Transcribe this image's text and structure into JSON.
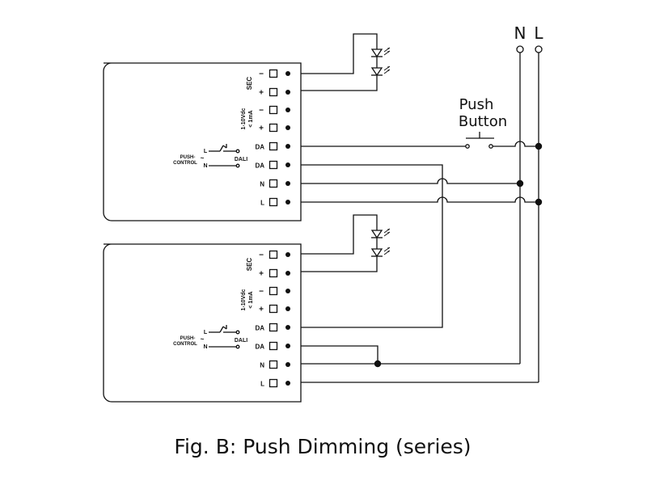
{
  "caption": "Fig. B: Push Dimming (series)",
  "mains": {
    "n": "N",
    "l": "L"
  },
  "push_button": {
    "line1": "Push",
    "line2": "Button"
  },
  "driver": {
    "sec_label": "SEC",
    "sec_minus": "−",
    "sec_plus": "+",
    "dim_label_line1": "1-10Vdc",
    "dim_label_line2": "< 1mA",
    "dim_minus": "−",
    "dim_plus": "+",
    "da1": "DA",
    "da2": "DA",
    "n": "N",
    "l": "L",
    "push_control_line1": "PUSH-",
    "push_control_line2": "CONTROL",
    "pc_l": "L",
    "pc_n": "N",
    "dali": "DALI",
    "tilde": "~"
  },
  "colors": {
    "line": "#111111",
    "background": "#ffffff"
  }
}
